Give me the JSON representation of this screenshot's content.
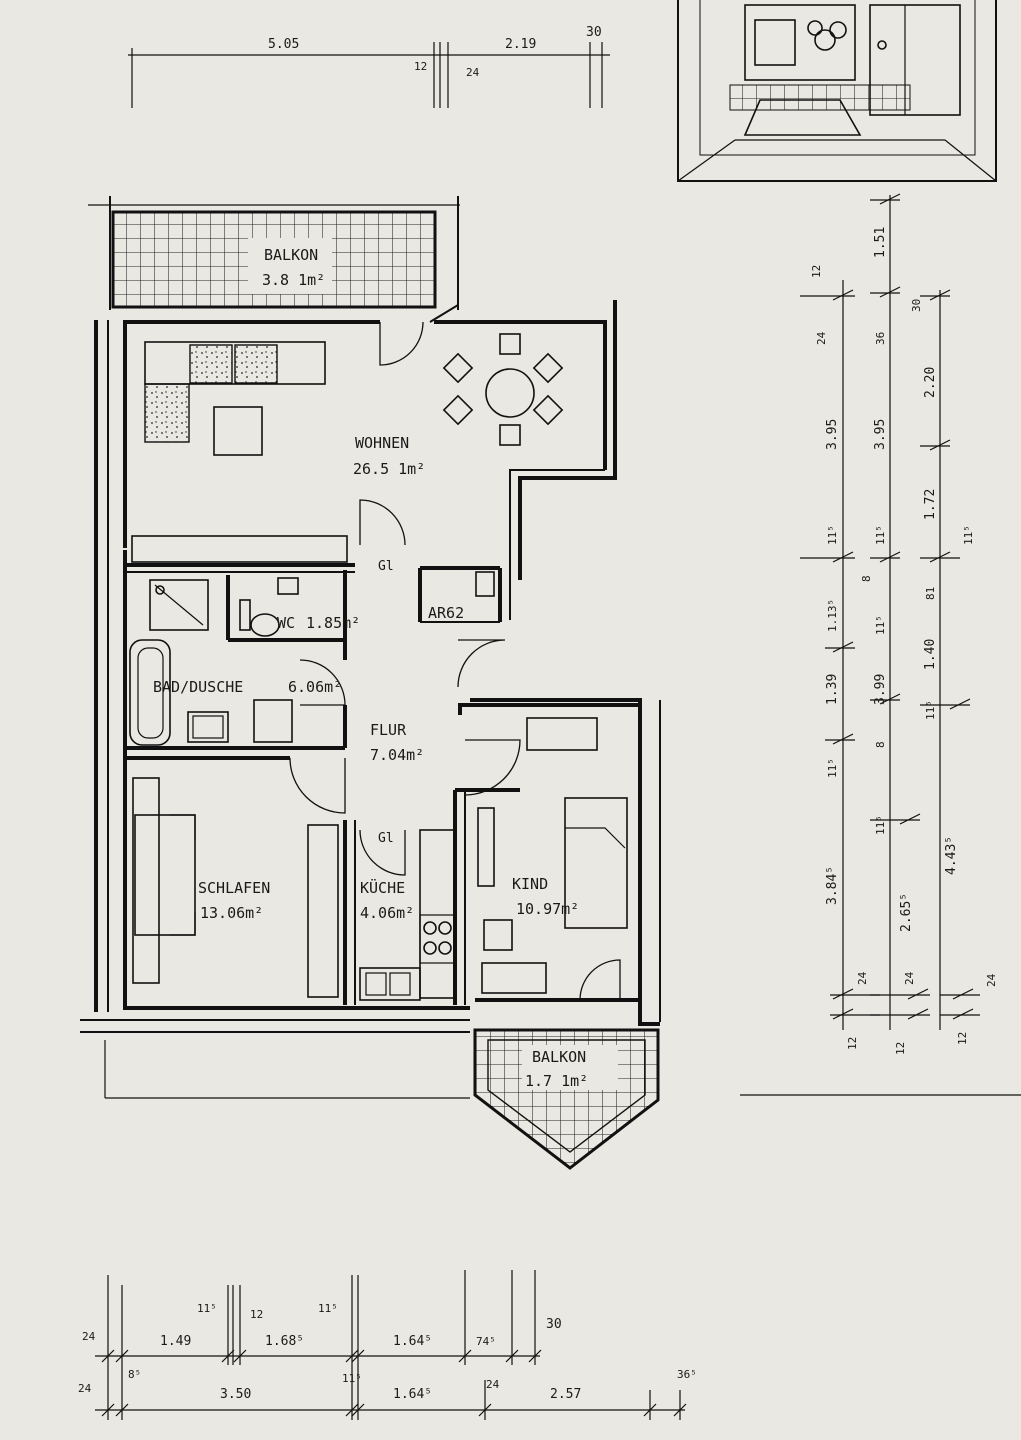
{
  "rooms": {
    "balkon_top": {
      "name": "BALKON",
      "area": "3.8 1m²"
    },
    "wohnen": {
      "name": "WOHNEN",
      "area": "26.5 1m²"
    },
    "wc": {
      "name": "WC",
      "area": "1.85m²"
    },
    "ar": {
      "name": "AR62"
    },
    "bad": {
      "name": "BAD/DUSCHE",
      "area": "6.06m²"
    },
    "flur": {
      "name": "FLUR",
      "area": "7.04m²"
    },
    "schlafen": {
      "name": "SCHLAFEN",
      "area": "13.06m²"
    },
    "kuche": {
      "name": "KÜCHE",
      "area": "4.06m²"
    },
    "kind": {
      "name": "KIND",
      "area": "10.97m²"
    },
    "balkon_bottom": {
      "name": "BALKON",
      "area": "1.7 1m²"
    }
  },
  "door_marks": {
    "gl_upper": "Gl",
    "gl_lower": "Gl"
  },
  "dimensions": {
    "top": [
      "5.05",
      "12",
      "24",
      "2.19",
      "30"
    ],
    "right_col1": [
      "12",
      "24",
      "3.95",
      "11⁵",
      "1.13⁵",
      "1.39",
      "11⁵",
      "3.84⁵",
      "24",
      "12"
    ],
    "right_col2": [
      "1.51",
      "36",
      "3.95",
      "11⁵",
      "8",
      "11⁵",
      "8",
      "3.99",
      "11⁵",
      "2.65⁵",
      "24",
      "12"
    ],
    "right_col3": [
      "30",
      "2.20",
      "1.72",
      "11⁵",
      "81",
      "1.40",
      "11⁵",
      "4.43⁵",
      "24",
      "12"
    ],
    "bottom_row1": [
      "24",
      "1.49",
      "11⁵",
      "12",
      "1.68⁵",
      "11⁵",
      "1.64⁵",
      "74⁵",
      "30"
    ],
    "bottom_row2": [
      "24",
      "8⁵",
      "3.50",
      "11⁵",
      "1.64⁵",
      "24",
      "2.57",
      "36⁵"
    ]
  }
}
